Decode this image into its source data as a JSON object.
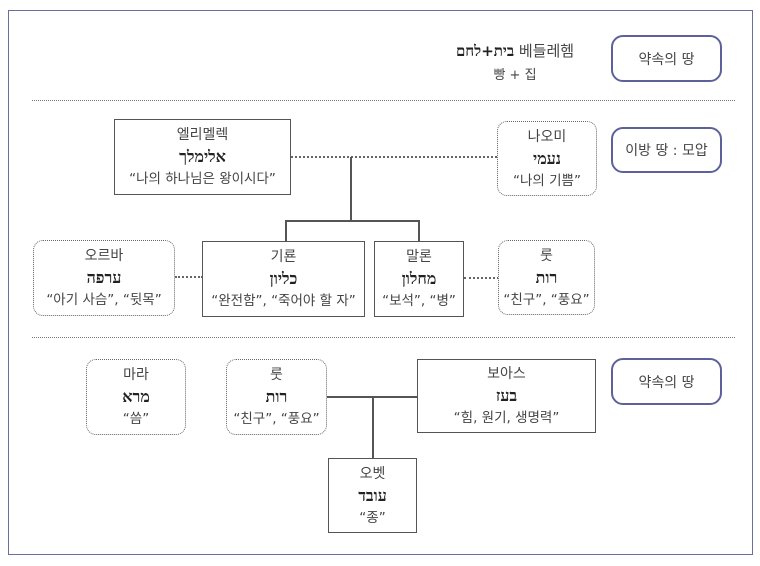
{
  "header": {
    "hebrew": "בית+לחם",
    "korean": "베들레헴",
    "subtitle": "빵 + 집"
  },
  "tags": {
    "top": "약속의 땅",
    "middle": "이방 땅 : 모압",
    "bottom": "약속의 땅"
  },
  "people": {
    "elimelech": {
      "korean": "엘리멜렉",
      "hebrew": "אלימלך",
      "meaning": "“나의 하나님은 왕이시다”"
    },
    "naomi": {
      "korean": "나오미",
      "hebrew": "נעמי",
      "meaning": "“나의 기쁨”"
    },
    "orpah": {
      "korean": "오르바",
      "hebrew": "ערפה",
      "meaning": "“아기 사슴”, “뒷목”"
    },
    "chilion": {
      "korean": "기룐",
      "hebrew": "כליון",
      "meaning": "“완전함”, “죽어야 할 자”"
    },
    "mahlon": {
      "korean": "말론",
      "hebrew": "מחלון",
      "meaning": "“보석”, “병”"
    },
    "ruth1": {
      "korean": "룻",
      "hebrew": "רות",
      "meaning": "“친구”, “풍요”"
    },
    "mara": {
      "korean": "마라",
      "hebrew": "מרא",
      "meaning": "“씀”"
    },
    "ruth2": {
      "korean": "룻",
      "hebrew": "רות",
      "meaning": "“친구”, “풍요”"
    },
    "boaz": {
      "korean": "보아스",
      "hebrew": "בעז",
      "meaning": "“힘, 원기,  생명력”"
    },
    "obed": {
      "korean": "오벳",
      "hebrew": "עובד",
      "meaning": "“종”"
    }
  }
}
